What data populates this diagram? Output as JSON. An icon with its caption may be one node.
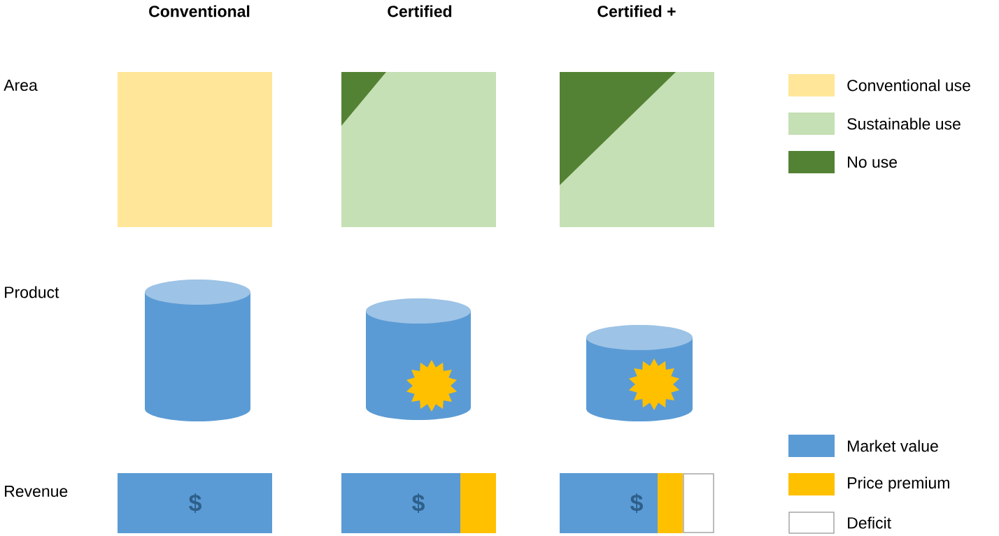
{
  "diagram": {
    "labels": [
      "Conventional",
      "Certified",
      "Certified +",
      "Area",
      "Product",
      "Revenue",
      "$",
      "$",
      "$"
    ],
    "legend": [
      {
        "text": "Conventional use",
        "color": "#ffe699"
      },
      {
        "text": "Sustainable use",
        "color": "#c5e0b4"
      },
      {
        "text": "No use",
        "color": "#548235"
      },
      {
        "text": "Market value",
        "color": "#5b9bd5"
      },
      {
        "text": "Price premium",
        "color": "#ffc000"
      },
      {
        "text": "Deficit"
      }
    ]
  }
}
